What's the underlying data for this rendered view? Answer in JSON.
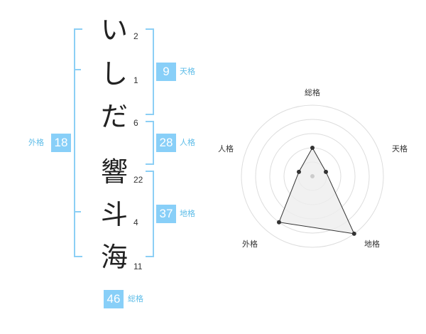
{
  "name": {
    "characters": [
      {
        "char": "い",
        "strokes": "2"
      },
      {
        "char": "し",
        "strokes": "1"
      },
      {
        "char": "だ",
        "strokes": "6"
      },
      {
        "char": "響",
        "strokes": "22"
      },
      {
        "char": "斗",
        "strokes": "4"
      },
      {
        "char": "海",
        "strokes": "11"
      }
    ]
  },
  "kakusu": {
    "tenkaku": {
      "value": "9",
      "label": "天格"
    },
    "jinkaku": {
      "value": "28",
      "label": "人格"
    },
    "chikaku": {
      "value": "37",
      "label": "地格"
    },
    "gaikaku": {
      "value": "18",
      "label": "外格"
    },
    "soukaku": {
      "value": "46",
      "label": "総格"
    }
  },
  "radar": {
    "axes": [
      "総格",
      "天格",
      "地格",
      "外格",
      "人格"
    ],
    "levels": 5,
    "values": [
      2,
      1,
      5,
      4,
      1
    ],
    "colors": {
      "ring": "#dddddd",
      "fill": "#eeeeee",
      "line": "#333333",
      "point": "#333333",
      "center": "#cccccc"
    }
  },
  "colors": {
    "accent": "#88cff8",
    "accent_text": "#5fbde8",
    "bracket": "#8ccff5"
  }
}
